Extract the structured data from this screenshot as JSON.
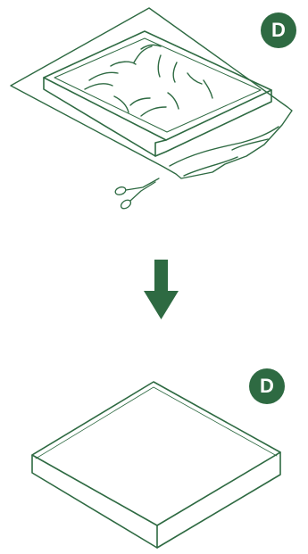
{
  "steps": [
    {
      "badge": "D",
      "illustration": "wrapped-mattress-with-scissors"
    },
    {
      "badge": "D",
      "illustration": "unwrapped-mattress"
    }
  ],
  "arrow": "arrow-down-icon",
  "colors": {
    "ink": "#2e6a42",
    "badge_bg": "#2e6a42",
    "badge_text": "#ffffff",
    "background": "#ffffff"
  }
}
